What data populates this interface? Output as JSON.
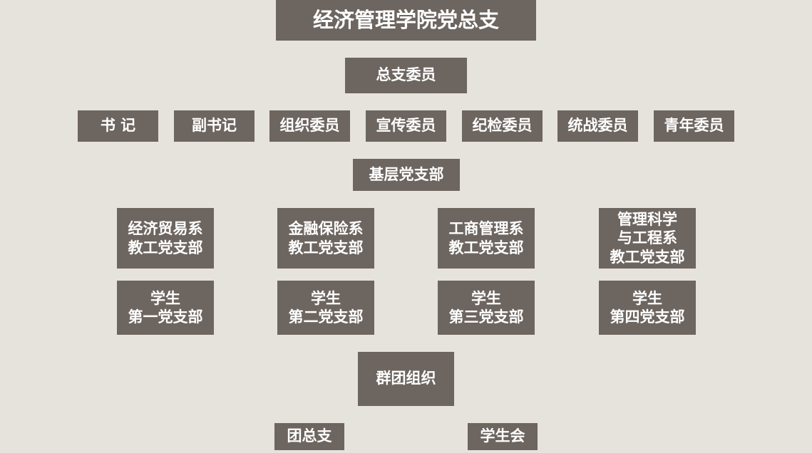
{
  "org_chart": {
    "title": "经济管理学院党总支",
    "committee": "总支委员",
    "committee_members": [
      "书 记",
      "副书记",
      "组织委员",
      "宣传委员",
      "纪检委员",
      "统战委员",
      "青年委员"
    ],
    "grassroots": "基层党支部",
    "faculty_branches": [
      "经济贸易系\n教工党支部",
      "金融保险系\n教工党支部",
      "工商管理系\n教工党支部",
      "管理科学\n与工程系\n教工党支部"
    ],
    "student_branches": [
      "学生\n第一党支部",
      "学生\n第二党支部",
      "学生\n第三党支部",
      "学生\n第四党支部"
    ],
    "mass_orgs": "群团组织",
    "mass_org_units": [
      "团总支",
      "学生会"
    ]
  },
  "colors": {
    "background": "#e6e2dc",
    "box": "#6d6560",
    "text": "#ffffff"
  }
}
